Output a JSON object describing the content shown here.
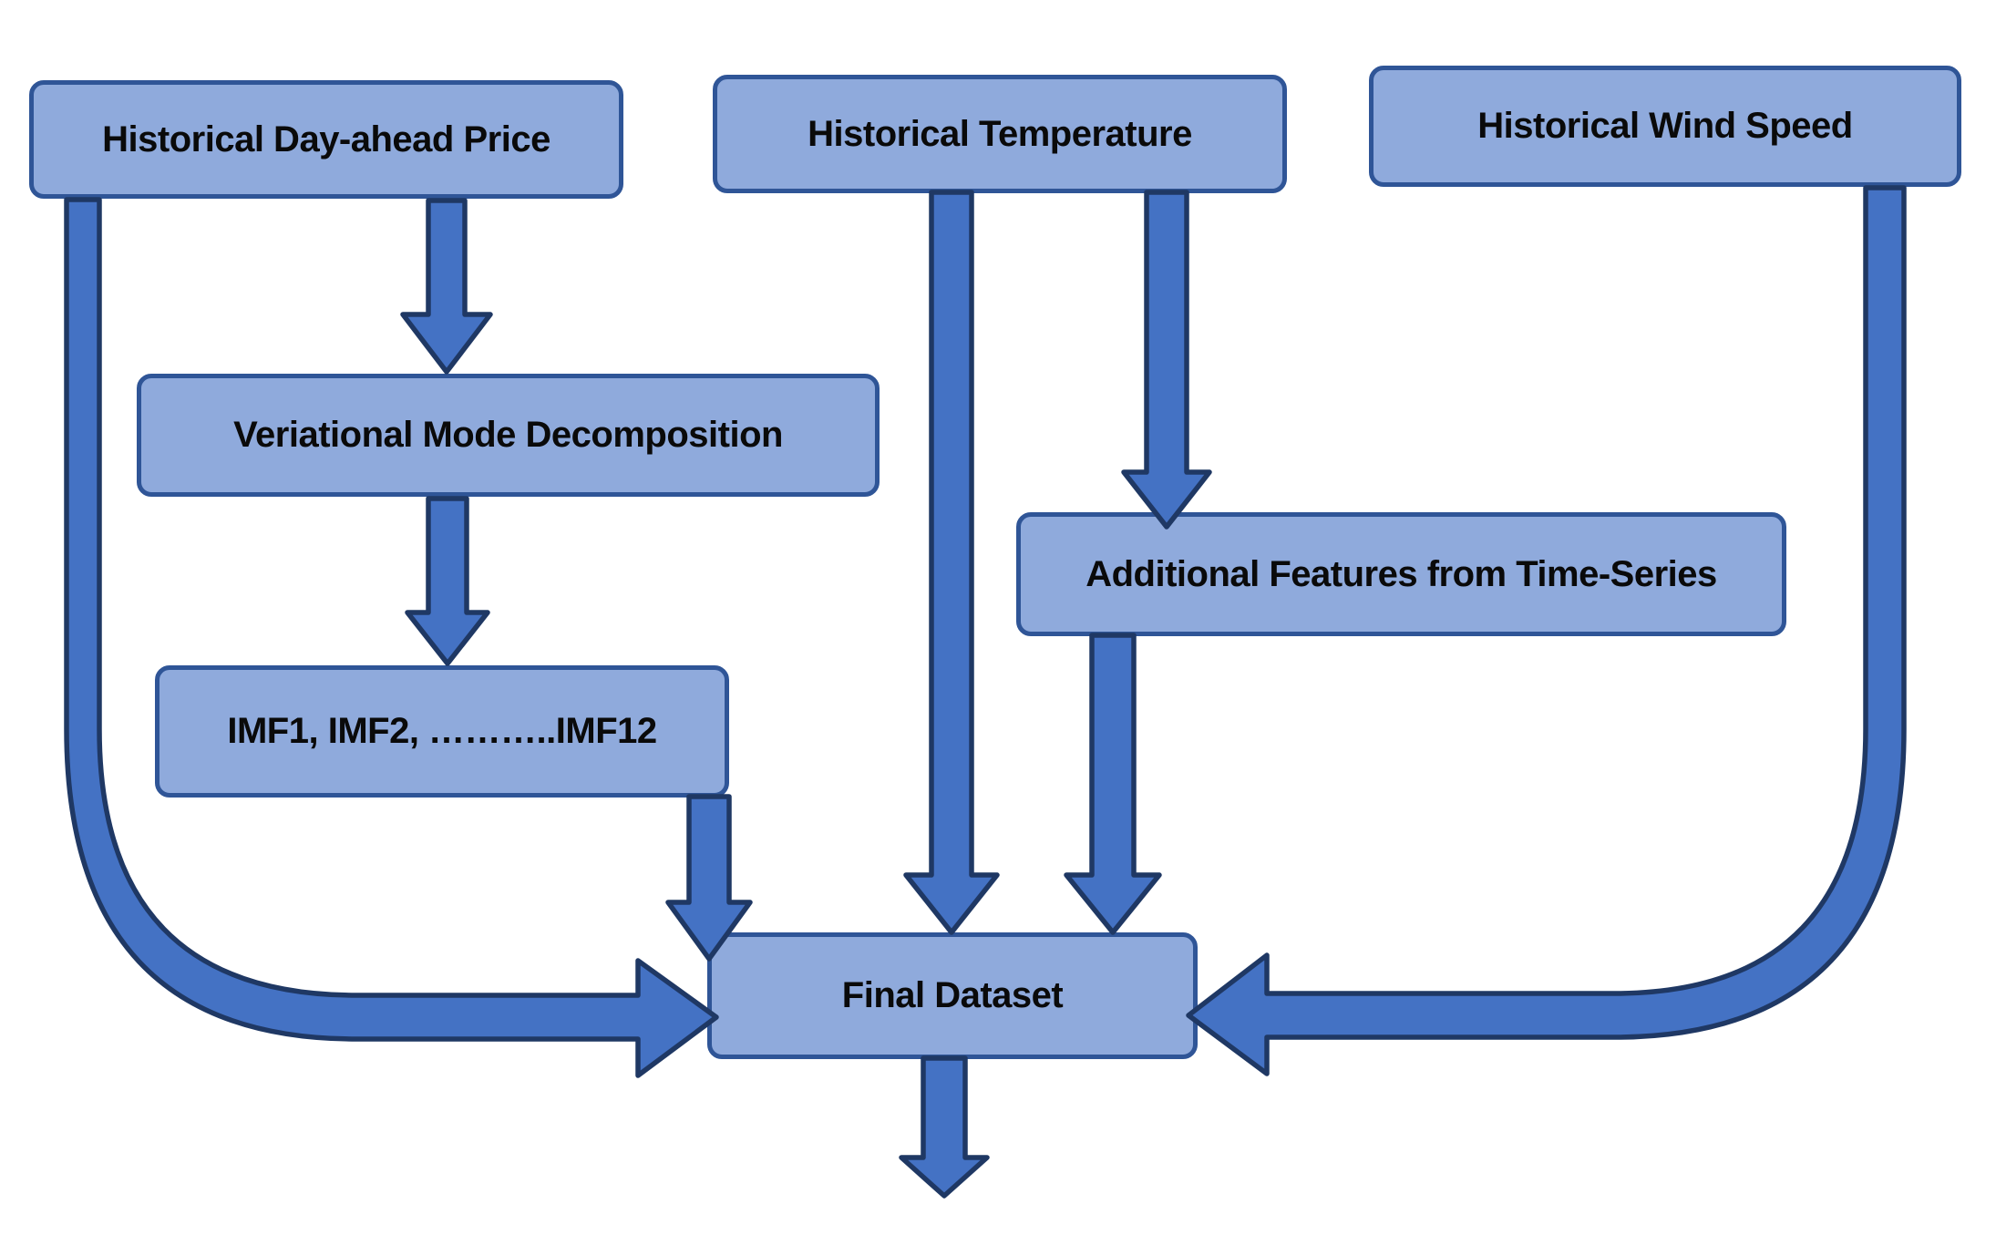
{
  "diagram": {
    "colors": {
      "background": "#FFFFFF",
      "box-fill": "#8FAADC",
      "box-stroke": "#2F5597",
      "arrow-fill": "#4472C4",
      "arrow-stroke": "#1F3864",
      "text": "#0A0A0A"
    },
    "nodes": {
      "price": {
        "label": "Historical Day-ahead Price"
      },
      "temperature": {
        "label": "Historical Temperature"
      },
      "wind": {
        "label": "Historical Wind Speed"
      },
      "vmd": {
        "label": "Veriational Mode Decomposition"
      },
      "imf": {
        "label": "IMF1, IMF2, ………..IMF12"
      },
      "features": {
        "label": "Additional Features from Time-Series"
      },
      "final": {
        "label": "Final Dataset"
      }
    },
    "edges": [
      {
        "from": "price",
        "to": "vmd",
        "style": "straight-down"
      },
      {
        "from": "vmd",
        "to": "imf",
        "style": "straight-down"
      },
      {
        "from": "imf",
        "to": "final",
        "style": "straight-down"
      },
      {
        "from": "temperature",
        "to": "final",
        "style": "straight-down"
      },
      {
        "from": "temperature",
        "to": "features",
        "style": "straight-down"
      },
      {
        "from": "features",
        "to": "final",
        "style": "straight-down"
      },
      {
        "from": "price",
        "to": "final",
        "style": "curved-left"
      },
      {
        "from": "wind",
        "to": "final",
        "style": "curved-right"
      },
      {
        "from": "final",
        "to": "output",
        "style": "straight-down"
      }
    ]
  }
}
